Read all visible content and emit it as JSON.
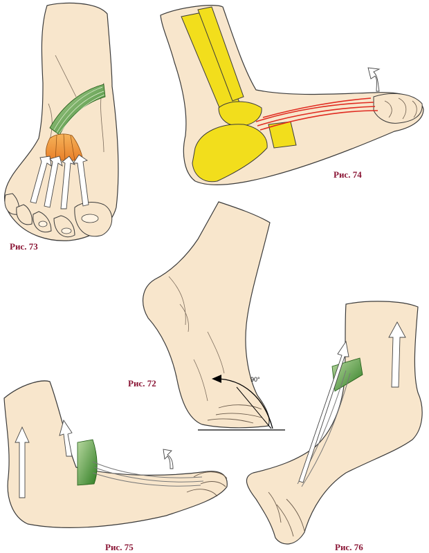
{
  "figures": [
    {
      "id": "fig73",
      "caption": "Рис. 73"
    },
    {
      "id": "fig74",
      "caption": "Рис. 74"
    },
    {
      "id": "fig72",
      "caption": "Рис. 72",
      "angle_label": "90°"
    },
    {
      "id": "fig75",
      "caption": "Рис. 75"
    },
    {
      "id": "fig76",
      "caption": "Рис. 76"
    }
  ],
  "colors": {
    "skin": "#f8e6cc",
    "outline": "#3a3a3a",
    "bone_yellow": "#f2de1c",
    "muscle_green": "#3e8a26",
    "muscle_orange": "#ef9a3a",
    "tendon_red": "#e02a20",
    "caption": "#8a1535"
  }
}
